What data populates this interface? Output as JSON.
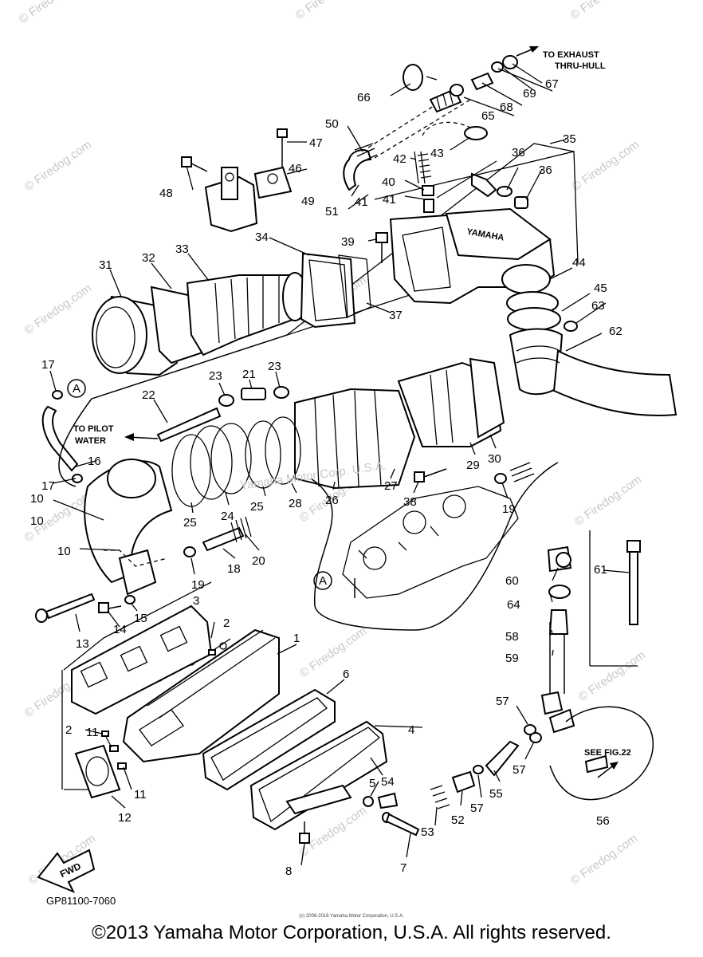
{
  "drawing_code": "GP81100-7060",
  "footer": "©2013 Yamaha Motor Corporation, U.S.A. All rights reserved.",
  "small_copyright": "(c) 2006-2016 Yamaha Motor Corporation, U.S.A.",
  "watermark": "© Firedog.com",
  "center_watermark": "Yamaha Motor Corp. U.S.A.",
  "notes": {
    "exhaust": [
      "TO EXHAUST",
      "THRU-HULL"
    ],
    "pilot": [
      "TO PILOT",
      "WATER"
    ],
    "see_fig": "SEE FIG.22",
    "callout_a": "A",
    "fwd": "FWD"
  },
  "part_numbers": [
    "1",
    "2",
    "2",
    "3",
    "4",
    "5",
    "6",
    "7",
    "8",
    "10",
    "10",
    "10",
    "11",
    "11",
    "12",
    "13",
    "14",
    "15",
    "16",
    "17",
    "17",
    "18",
    "19",
    "19",
    "20",
    "21",
    "22",
    "23",
    "23",
    "24",
    "25",
    "25",
    "26",
    "27",
    "28",
    "29",
    "30",
    "31",
    "32",
    "33",
    "34",
    "35",
    "36",
    "36",
    "37",
    "38",
    "39",
    "40",
    "41",
    "41",
    "42",
    "43",
    "44",
    "45",
    "46",
    "47",
    "48",
    "49",
    "50",
    "51",
    "52",
    "53",
    "54",
    "55",
    "56",
    "57",
    "57",
    "57",
    "58",
    "59",
    "60",
    "61",
    "62",
    "63",
    "64",
    "65",
    "66",
    "67",
    "68",
    "69"
  ]
}
